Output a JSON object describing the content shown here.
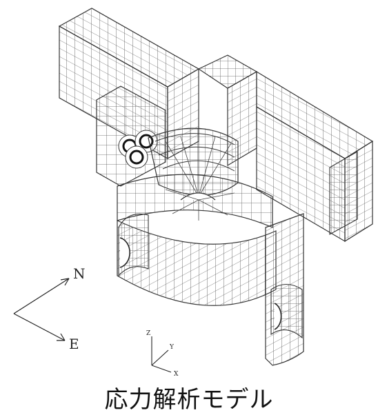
{
  "orientation_compass": {
    "north_label": "N",
    "east_label": "E"
  },
  "coordinate_axes": {
    "z_label": "Z",
    "y_label": "Y",
    "x_label": "X"
  },
  "caption": "応力解析モデル"
}
